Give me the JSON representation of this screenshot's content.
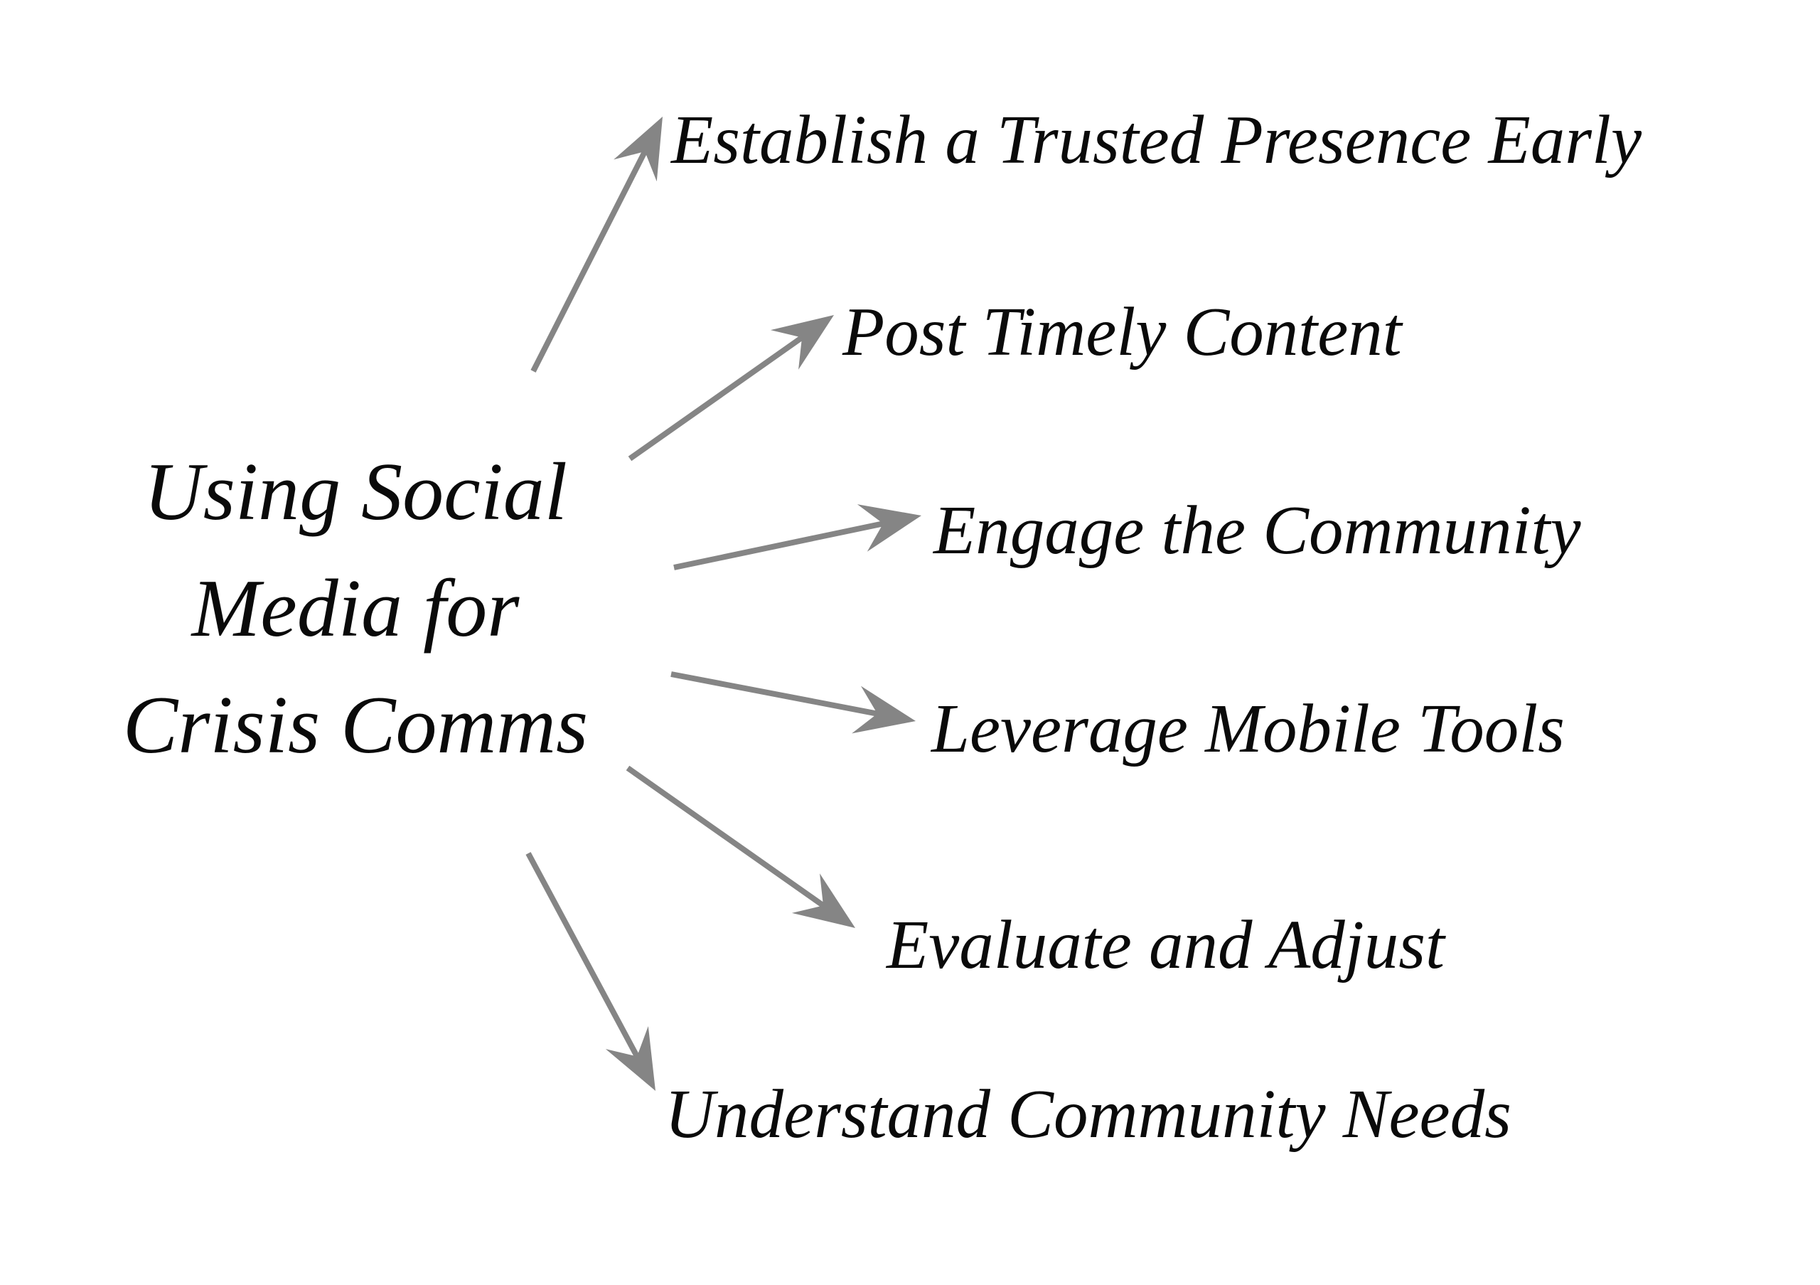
{
  "center": {
    "lines": [
      "Using Social",
      "Media for",
      "Crisis Comms"
    ]
  },
  "items": [
    {
      "label": "Establish a Trusted Presence Early"
    },
    {
      "label": "Post Timely Content"
    },
    {
      "label": "Engage the Community"
    },
    {
      "label": "Leverage Mobile Tools"
    },
    {
      "label": "Evaluate and Adjust"
    },
    {
      "label": "Understand Community Needs"
    }
  ],
  "colors": {
    "arrow": "#858585",
    "text": "#0a0a0a",
    "background": "#ffffff"
  }
}
